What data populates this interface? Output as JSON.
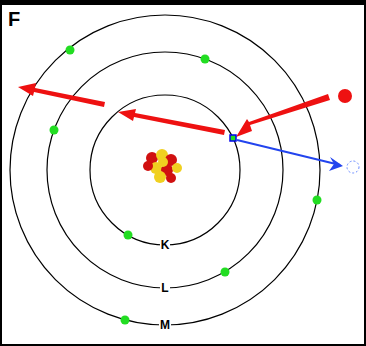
{
  "diagram": {
    "labels": [
      "F",
      "K",
      "L",
      "M"
    ]
  }
}
